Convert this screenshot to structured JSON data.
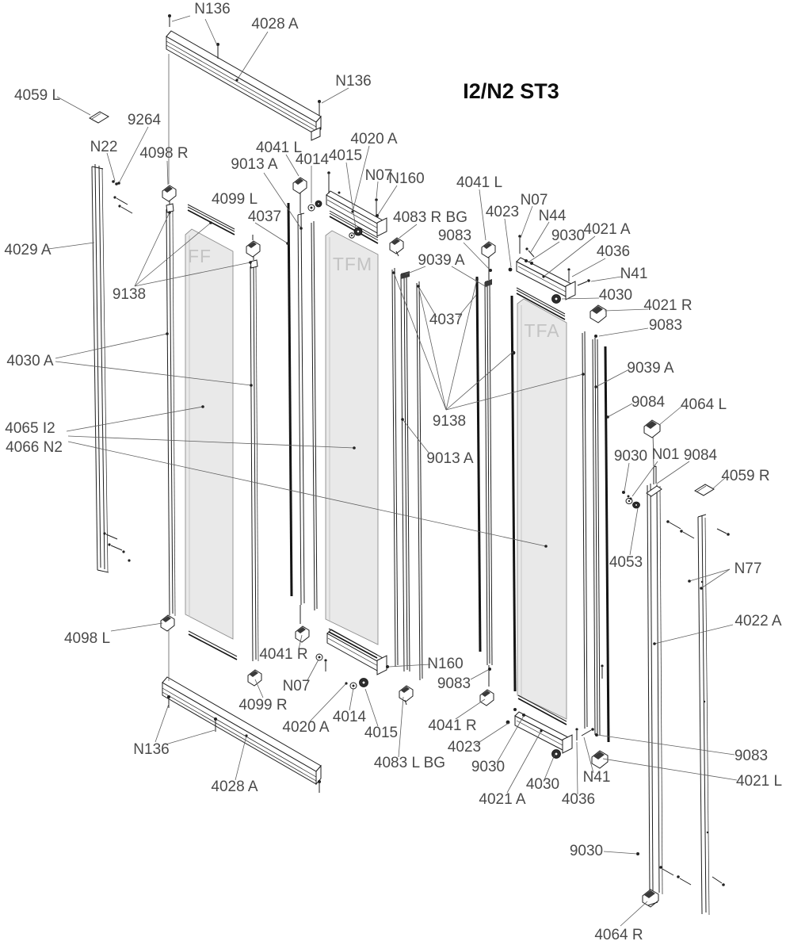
{
  "title": "I2/N2 ST3",
  "watermarks": {
    "ff": "FF",
    "tfm": "TFM",
    "tfa": "TFA"
  },
  "labels": {
    "n136_top": "N136",
    "p4028a_top": "4028 A",
    "n136_top_right": "N136",
    "p4059l": "4059 L",
    "p9264": "9264",
    "n22": "N22",
    "p4098r": "4098 R",
    "p9013a_top": "9013 A",
    "p4041l_top": "4041 L",
    "p4014_top": "4014",
    "p4015_top": "4015",
    "p4020a_top": "4020 A",
    "n07_top": "N07",
    "n160_top": "N160",
    "p4099l": "4099 L",
    "p4037_left": "4037",
    "p4083rbg": "4083 R BG",
    "p9083_1": "9083",
    "p4041l_2": "4041 L",
    "p4023_1": "4023",
    "n07_2": "N07",
    "n44": "N44",
    "p9030_1": "9030",
    "p4021a_1": "4021 A",
    "p4036_1": "4036",
    "n41_1": "N41",
    "p4030_1": "4030",
    "p4021r": "4021 R",
    "p9083_2": "9083",
    "p9039a_mid": "9039 A",
    "p4037_mid": "4037",
    "p9039a_right": "9039 A",
    "p9084_1": "9084",
    "p4064l": "4064 L",
    "p9030_right": "9030",
    "n01": "N01",
    "p9084_2": "9084",
    "p4059r": "4059 R",
    "p4029a": "4029 A",
    "p9138_left": "9138",
    "p4030a": "4030 A",
    "p4065": "4065 I2",
    "p4066": "4066 N2",
    "p9138_center": "9138",
    "p9013a_center": "9013 A",
    "p4053": "4053",
    "n77": "N77",
    "p4022a": "4022 A",
    "p4098l": "4098 L",
    "p4041r_1": "4041 R",
    "n160_bottom": "N160",
    "n07_3": "N07",
    "p9083_3": "9083",
    "p4099r": "4099 R",
    "p4020a_bottom": "4020 A",
    "p4014_bottom": "4014",
    "p4015_bottom": "4015",
    "n136_bottom": "N136",
    "p4028a_bottom": "4028 A",
    "p4083lbg": "4083 L BG",
    "p4041r_2": "4041 R",
    "p4023_bottom": "4023",
    "p9030_bottom": "9030",
    "p4021a_bottom": "4021 A",
    "p4030_bottom": "4030",
    "p4036_bottom": "4036",
    "n41_bottom": "N41",
    "p9083_4": "9083",
    "p4021l": "4021 L",
    "p9030_bottom2": "9030",
    "p4064r": "4064 R"
  }
}
